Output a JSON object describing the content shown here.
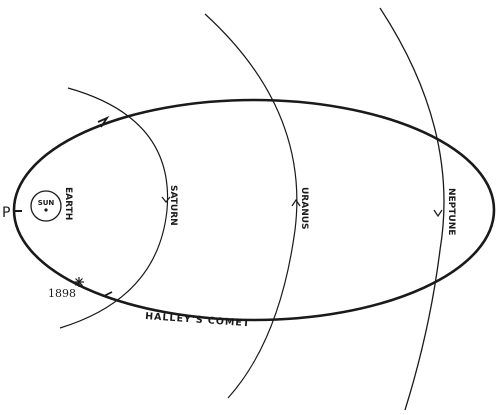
{
  "diagram": {
    "labels": {
      "p": "P",
      "sun": "SUN",
      "earth": "EARTH",
      "saturn": "SATURN",
      "uranus": "URANUS",
      "neptune": "NEPTUNE",
      "comet": "HALLEY'S COMET",
      "year": "1898"
    },
    "colors": {
      "ink": "#1a1a1a",
      "background": "#ffffff"
    }
  }
}
